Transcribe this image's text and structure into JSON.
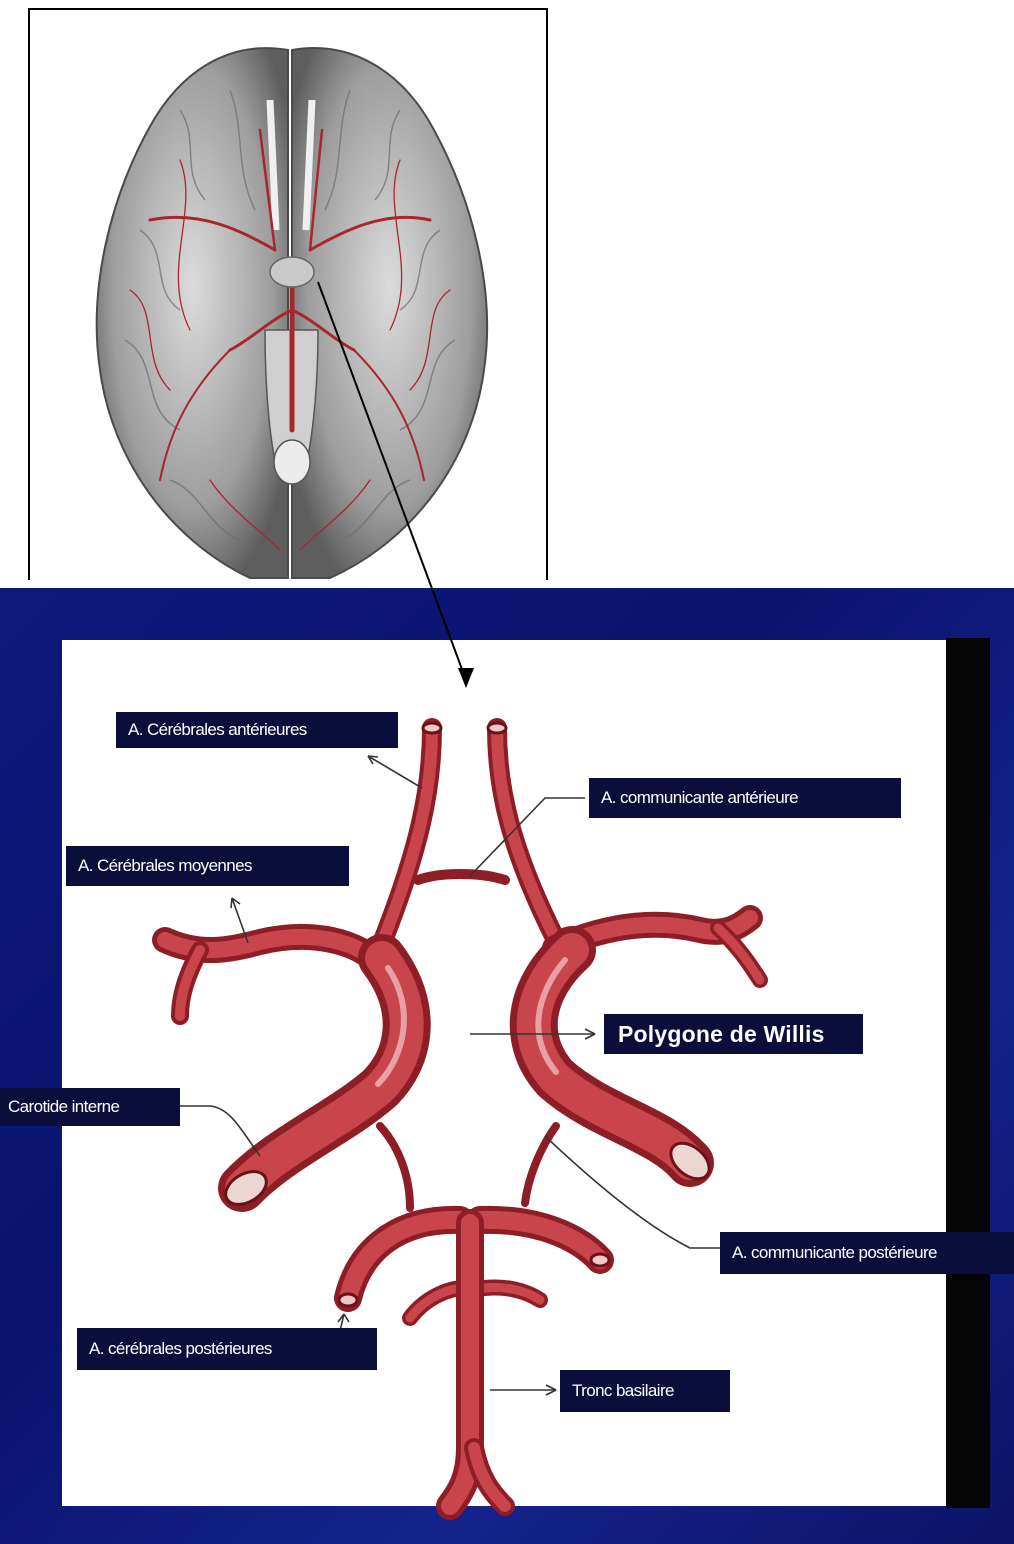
{
  "diagram": {
    "labels": {
      "a_cerebrales_anterieures": "A. Cérébrales antérieures",
      "a_communicante_anterieure": "A. communicante antérieure",
      "a_cerebrales_moyennes": "A. Cérébrales moyennes",
      "polygone_de_willis": "Polygone de Willis",
      "carotide_interne": "Carotide interne",
      "a_communicante_posterieure": "A. communicante postérieure",
      "a_cerebrales_posterieures": "A. cérébrales postérieures",
      "tronc_basilaire": "Tronc basilaire"
    }
  },
  "colors": {
    "artery": "#b5333b",
    "artery_highlight": "#e7898c",
    "background_blue": "#0d1a7a",
    "label_bg": "#0b0e3a"
  }
}
